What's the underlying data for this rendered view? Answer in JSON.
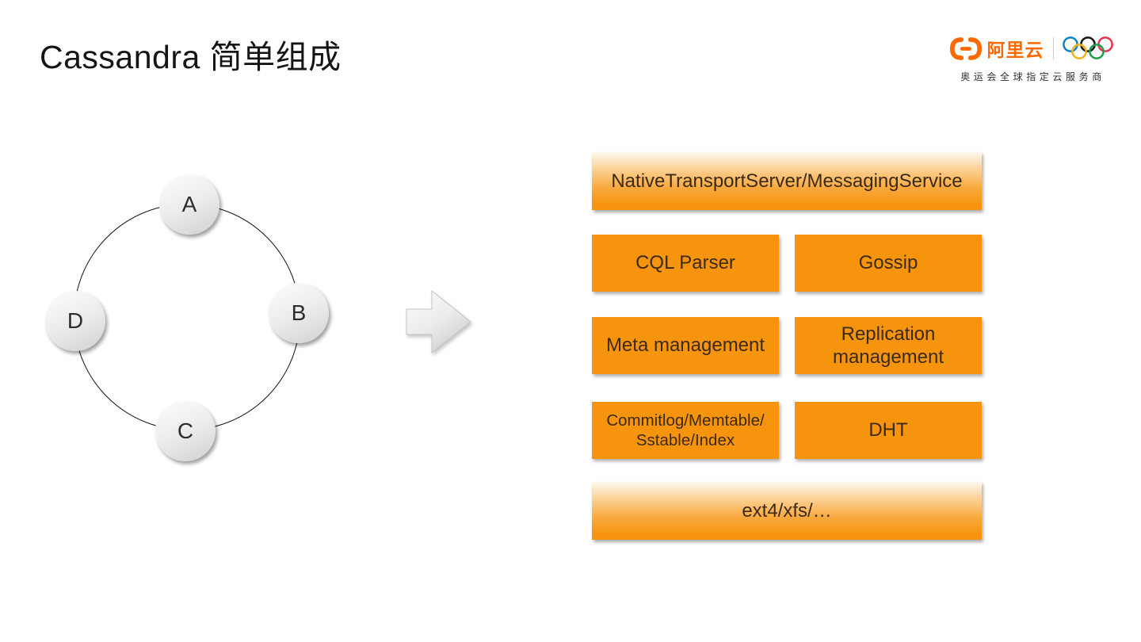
{
  "title": "Cassandra 简单组成",
  "header_logo": {
    "brand": "阿里云",
    "tagline": "奥运会全球指定云服务商",
    "brand_color": "#FF6A00",
    "olympic_ring_colors": [
      "#0B83C8",
      "#151515",
      "#E6334C",
      "#F2B31F",
      "#1E9E4C"
    ]
  },
  "ring": {
    "nodes": [
      {
        "label": "A"
      },
      {
        "label": "B"
      },
      {
        "label": "C"
      },
      {
        "label": "D"
      }
    ]
  },
  "arrow": {
    "icon": "right-block-arrow"
  },
  "stack": {
    "accent_color": "#F7940E",
    "top_layer": "NativeTransportServer/MessagingService",
    "rows": [
      {
        "left": "CQL Parser",
        "right": "Gossip"
      },
      {
        "left": "Meta management",
        "right": "Replication management"
      },
      {
        "left": "Commitlog/Memtable/\nSstable/Index",
        "right": "DHT"
      }
    ],
    "bottom_layer": "ext4/xfs/…"
  }
}
